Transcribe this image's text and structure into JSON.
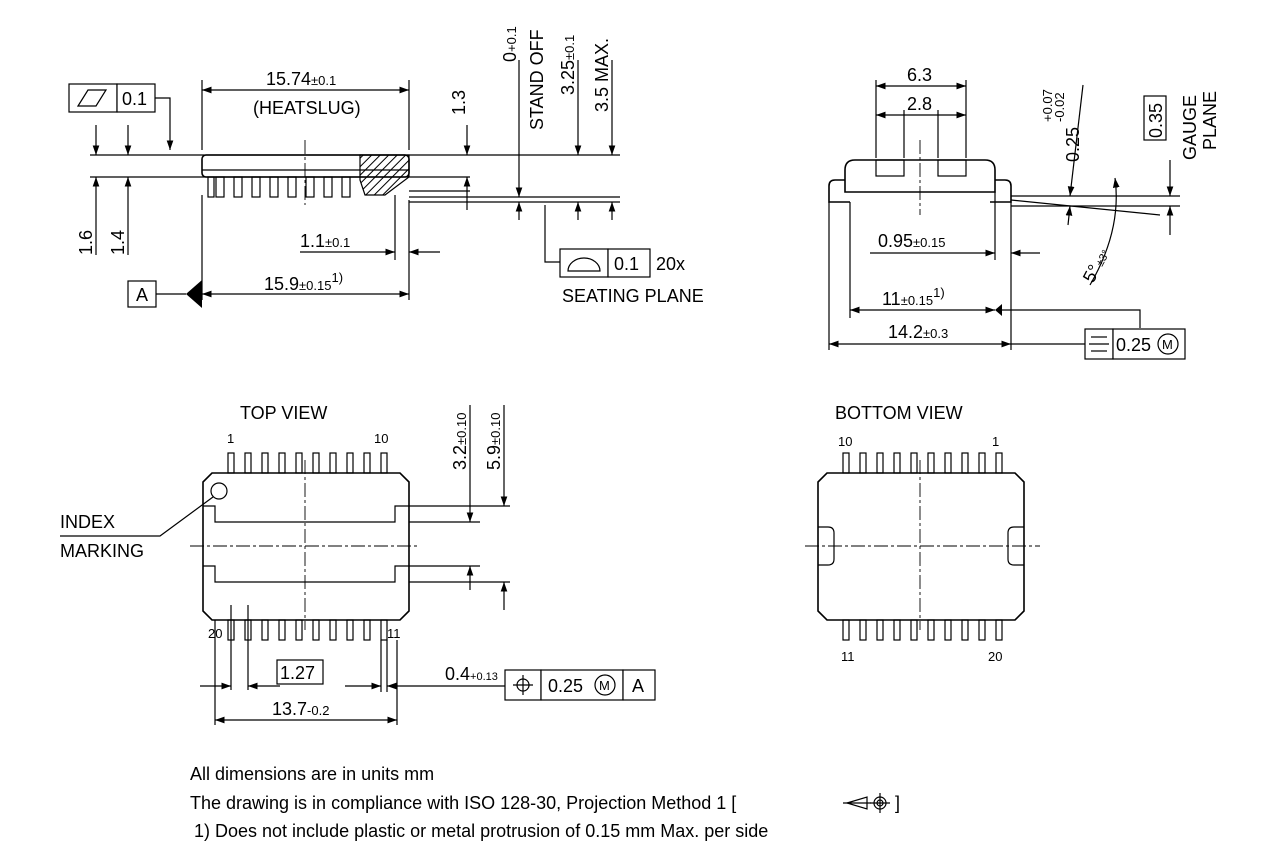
{
  "side_view": {
    "flatness_symbol": "▱",
    "flatness_value": "0.1",
    "heatslug_length": "15.74",
    "heatslug_length_tol": "±0.1",
    "heatslug_label": "(HEATSLUG)",
    "dim_1_3": "1.3",
    "standoff_value": "0",
    "standoff_tol": "+0.1",
    "standoff_label": "STAND OFF",
    "height_value": "3.25",
    "height_tol": "±0.1",
    "max_height": "3.5 MAX.",
    "dim_1_6": "1.6",
    "dim_1_4": "1.4",
    "dim_1_1": "1.1",
    "dim_1_1_tol": "±0.1",
    "body_length": "15.9",
    "body_length_tol": "±0.15",
    "body_length_note": "1)",
    "datum_a": "A",
    "profile_value": "0.1",
    "profile_count": "20x",
    "seating_plane": "SEATING PLANE"
  },
  "end_view": {
    "dim_6_3": "6.3",
    "dim_2_8": "2.8",
    "lead_thickness": "0.25",
    "lead_thickness_tol_plus": "+0.07",
    "lead_thickness_tol_minus": "-0.02",
    "gauge_value": "0.35",
    "gauge_label_1": "GAUGE",
    "gauge_label_2": "PLANE",
    "dim_0_95": "0.95",
    "dim_0_95_tol": "±0.15",
    "angle": "5°",
    "angle_tol": "±3°",
    "body_width": "11",
    "body_width_tol": "±0.15",
    "body_width_note": "1)",
    "overall_width": "14.2",
    "overall_width_tol": "±0.3",
    "symmetry_value": "0.25",
    "symmetry_modifier": "M"
  },
  "top_view": {
    "title": "TOP VIEW",
    "pin_1": "1",
    "pin_10": "10",
    "pin_20": "20",
    "pin_11": "11",
    "index_label_1": "INDEX",
    "index_label_2": "MARKING",
    "dim_3_2": "3.2",
    "dim_3_2_tol": "±0.10",
    "dim_5_9": "5.9",
    "dim_5_9_tol": "±0.10",
    "pitch": "1.27",
    "lead_width": "0.4",
    "lead_width_tol": "+0.13",
    "position_value": "0.25",
    "position_modifier": "M",
    "position_datum": "A",
    "length": "13.7",
    "length_tol": "-0.2"
  },
  "bottom_view": {
    "title": "BOTTOM VIEW",
    "pin_10": "10",
    "pin_1": "1",
    "pin_11": "11",
    "pin_20": "20"
  },
  "notes": {
    "units": "All dimensions are in units mm",
    "compliance_prefix": "The drawing is in compliance with ISO 128-30, Projection Method 1 [",
    "compliance_suffix": " ]",
    "footnote": "1) Does not include plastic or metal protrusion of 0.15 mm Max. per side"
  }
}
